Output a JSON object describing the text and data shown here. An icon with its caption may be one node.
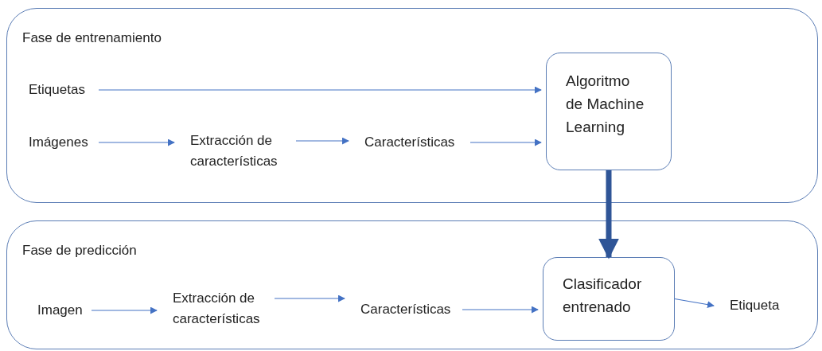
{
  "diagram": {
    "nodes": [
      {
        "text": [
          "Fase de entrenamiento"
        ]
      },
      {
        "text": [
          "Etiquetas"
        ],
        "in": 0
      },
      {
        "text": [
          "Imágenes"
        ],
        "in": 0
      },
      {
        "text": [
          "Extracción de características"
        ],
        "in": 0
      },
      {
        "text": [
          "Características"
        ],
        "in": 0
      },
      {
        "text": [
          "Algoritmo de Machine Learning"
        ],
        "in": 0
      },
      {
        "text": [
          "Fase de predicción"
        ]
      },
      {
        "text": [
          "Imagen"
        ],
        "in": 6
      },
      {
        "text": [
          "Extracción de características"
        ],
        "in": 6
      },
      {
        "text": [
          "Características"
        ],
        "in": 6
      },
      {
        "text": [
          "Clasificador entrenado"
        ],
        "in": 6
      },
      {
        "text": [
          "Etiqueta"
        ],
        "in": 6
      }
    ],
    "edges": [
      {
        "from": 1,
        "to": 5,
        "arrow": "to"
      },
      {
        "from": 2,
        "to": 3,
        "arrow": "to"
      },
      {
        "from": 3,
        "to": 4,
        "arrow": "to"
      },
      {
        "from": 4,
        "to": 5,
        "arrow": "to"
      },
      {
        "from": 5,
        "to": 10,
        "arrow": "to",
        "style": "thick",
        "color": "#2f5597"
      },
      {
        "from": 7,
        "to": 8,
        "arrow": "to"
      },
      {
        "from": 8,
        "to": 9,
        "arrow": "to"
      },
      {
        "from": 9,
        "to": 10,
        "arrow": "to"
      },
      {
        "from": 10,
        "to": 11,
        "arrow": "to"
      }
    ]
  }
}
